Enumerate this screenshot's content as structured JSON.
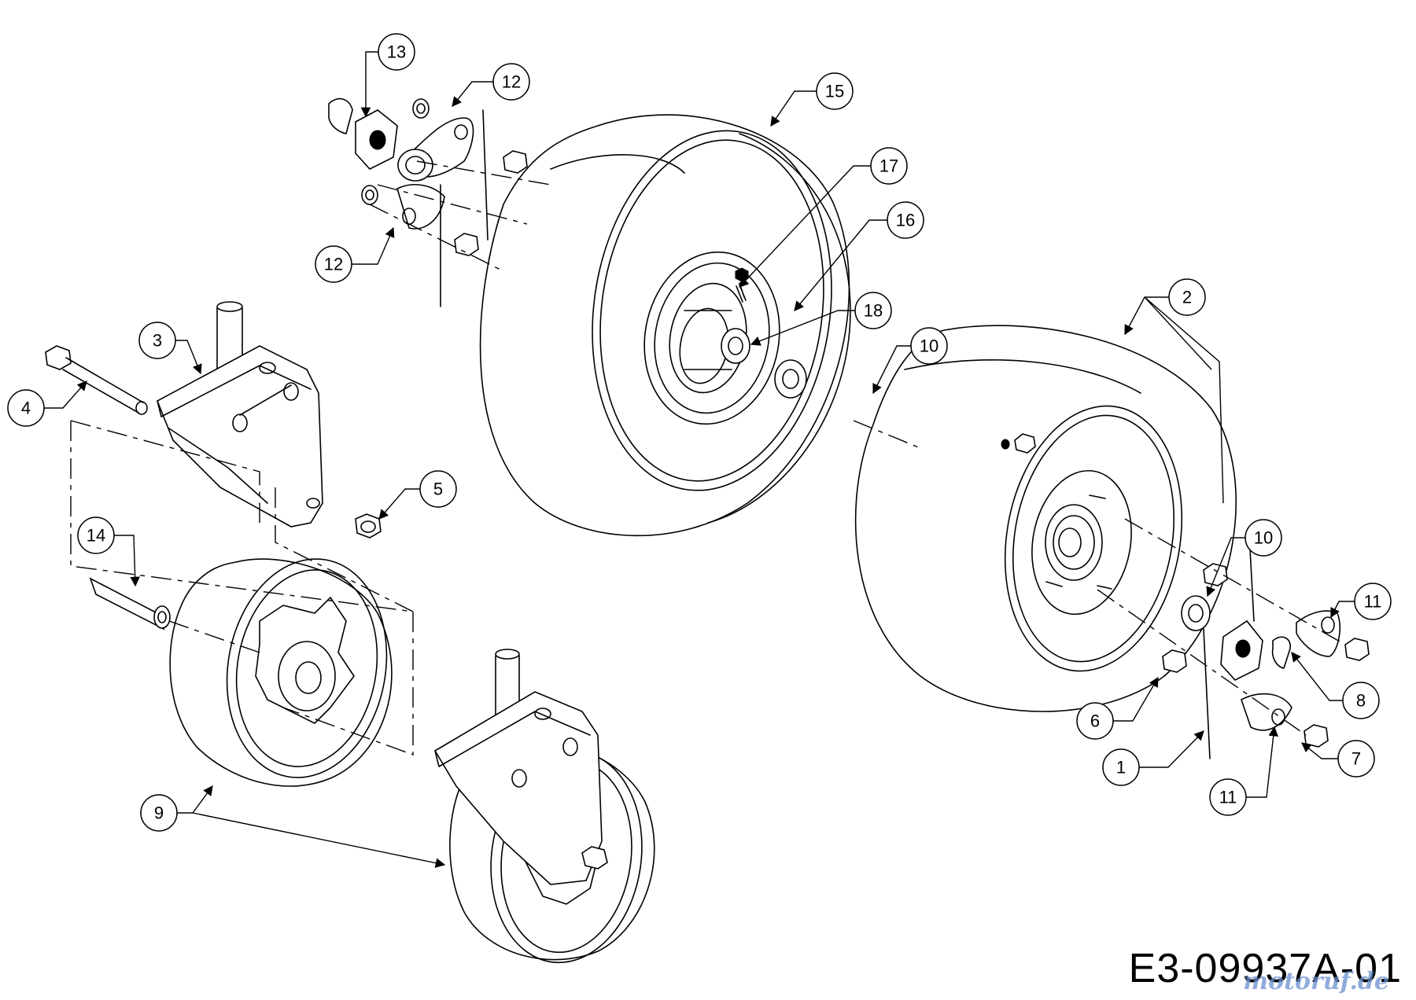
{
  "diagram": {
    "drawing_code": "E3-09937A-01",
    "watermark": "motoruf.de",
    "callouts": [
      "1",
      "2",
      "3",
      "4",
      "5",
      "6",
      "7",
      "8",
      "9",
      "10",
      "10",
      "11",
      "11",
      "12",
      "12",
      "13",
      "14",
      "15",
      "16",
      "17",
      "18"
    ]
  }
}
